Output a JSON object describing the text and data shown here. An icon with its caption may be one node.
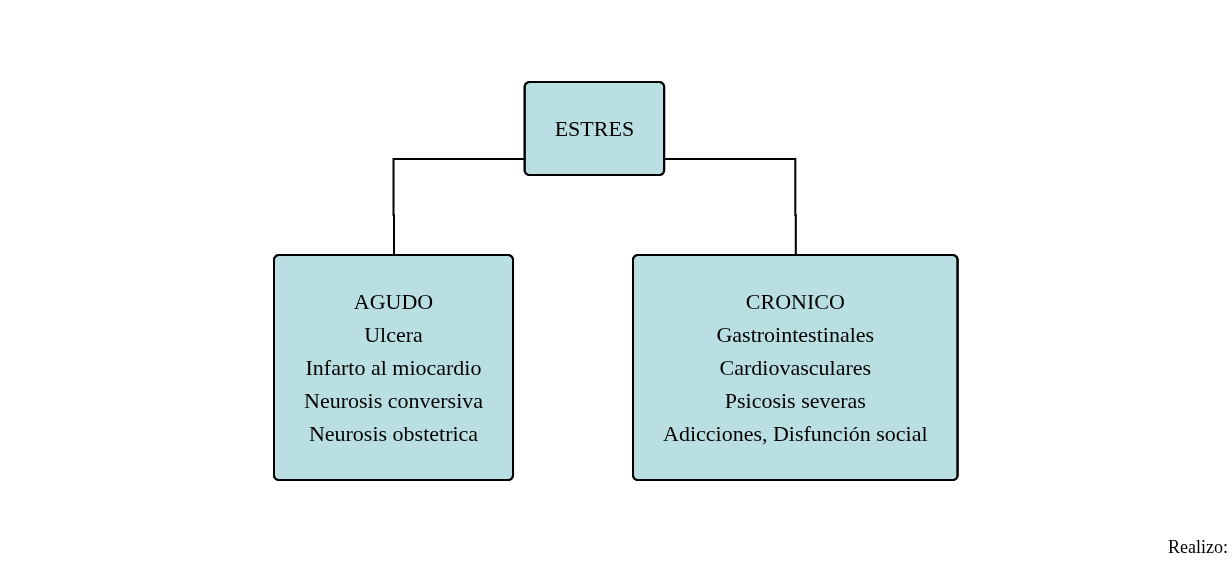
{
  "diagram": {
    "nodes": [
      {
        "text": [
          "ESTRES"
        ]
      },
      {
        "text": [
          "AGUDO",
          "Ulcera",
          "Infarto al miocardio",
          "Neurosis conversiva",
          "Neurosis obstetrica"
        ]
      },
      {
        "text": [
          "CRONICO",
          "Gastrointestinales",
          "Cardiovasculares",
          "Psicosis severas",
          "Adicciones, Disfunción social"
        ]
      }
    ],
    "edges": [
      {
        "from": 0,
        "to": 1,
        "arrow": "none"
      },
      {
        "from": 0,
        "to": 2,
        "arrow": "none"
      }
    ],
    "labels": [
      "Realizo:"
    ]
  }
}
